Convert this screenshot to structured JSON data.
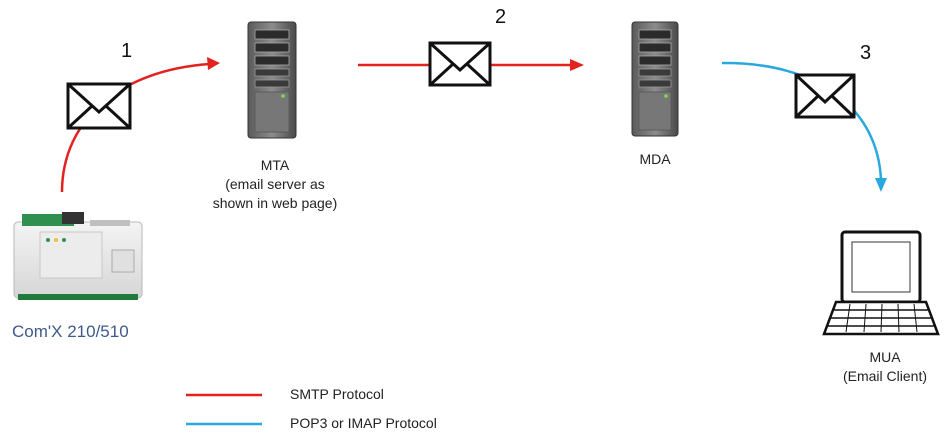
{
  "steps": [
    "1",
    "2",
    "3"
  ],
  "nodes": {
    "mta": {
      "title": "MTA",
      "sub1": "(email server as",
      "sub2": "shown in web page)"
    },
    "mda": {
      "title": "MDA"
    },
    "mua": {
      "title": "MUA",
      "sub": "(Email Client)"
    },
    "device": {
      "label": "Com'X 210/510"
    }
  },
  "legend": [
    {
      "label": "SMTP Protocol",
      "color": "#e3211e"
    },
    {
      "label": "POP3 or IMAP Protocol",
      "color": "#29a8df"
    }
  ]
}
